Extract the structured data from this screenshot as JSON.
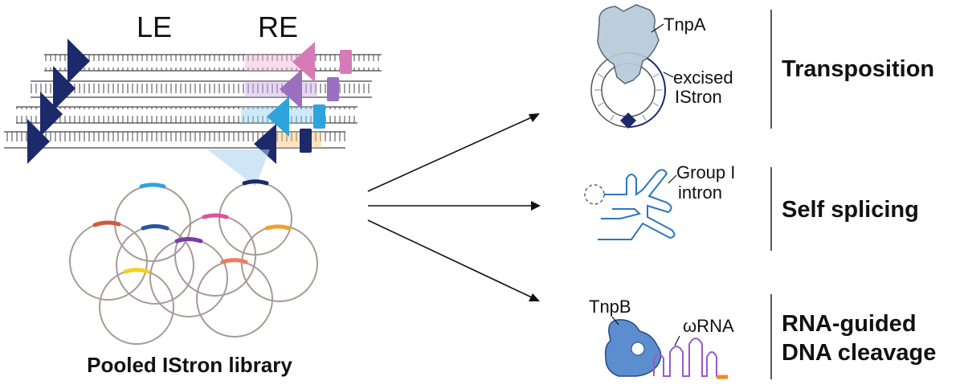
{
  "labels": {
    "le": "LE",
    "re": "RE",
    "library": "Pooled IStron library",
    "tnpa": "TnpA",
    "excised_l1": "excised",
    "excised_l2": "IStron",
    "group_l1": "Group I",
    "group_l2": "intron",
    "tnpb": "TnpB",
    "wrna": "ωRNA"
  },
  "functions": {
    "transposition": "Transposition",
    "self_splicing": "Self splicing",
    "cleavage_l1": "RNA-guided",
    "cleavage_l2": "DNA cleavage"
  },
  "colors": {
    "navy": "#1c2a6b",
    "pink": "#d77bb8",
    "lavender": "#9a6fc0",
    "sky": "#2fa3dc",
    "orange": "#f0a030",
    "plasmid": "#a89a95",
    "tnpa_fill": "#b5cbd8",
    "tnpb_fill": "#5b8dcf",
    "intron": "#2a77bd",
    "wrna": "#9a5ac8",
    "wrna_tail": "#f08a24"
  },
  "icons": {
    "transposition": "tnpa-circle-icon",
    "self_splicing": "group-i-intron-icon",
    "cleavage": "tnpb-wrna-icon"
  }
}
